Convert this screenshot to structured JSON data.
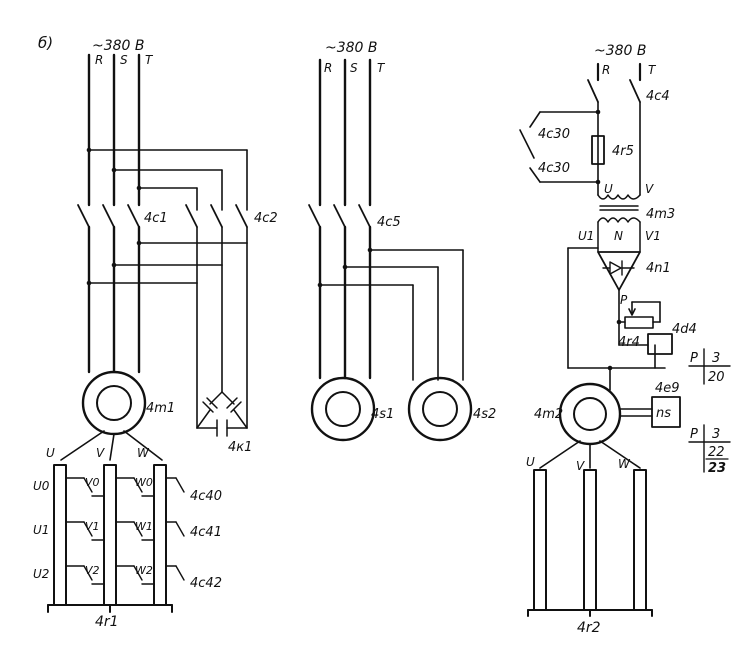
{
  "figure": {
    "panel_label": "б)",
    "ink_color": "#111111",
    "background": "#ffffff"
  },
  "supplies": [
    {
      "voltage": "~380 B",
      "phases": [
        "R",
        "S",
        "T"
      ]
    },
    {
      "voltage": "~380 B",
      "phases": [
        "R",
        "S",
        "T"
      ]
    },
    {
      "voltage": "~380 B",
      "phases": [
        "R",
        "T"
      ]
    }
  ],
  "labels": {
    "c1": "4c1",
    "c2": "4c2",
    "c5": "4c5",
    "c4": "4c4",
    "c30a": "4c30",
    "c30b": "4c30",
    "r5": "4r5",
    "m3": "4m3",
    "n1": "4n1",
    "d4": "4d4",
    "r4": "4r4",
    "p": "P",
    "e9": "4e9",
    "ns": "ns",
    "m1": "4m1",
    "k1": "4к1",
    "s1": "4s1",
    "s2": "4s2",
    "m2": "4m2",
    "r1": "4r1",
    "r2": "4r2",
    "c40": "4c40",
    "c41": "4c41",
    "c42": "4c42"
  },
  "terminals": {
    "m1": [
      "U",
      "V",
      "W"
    ],
    "m2": [
      "U",
      "V",
      "W"
    ],
    "tr_primary": [
      "U",
      "V"
    ],
    "tr_secondary": [
      "U1",
      "N",
      "V1"
    ]
  },
  "resistor_taps": {
    "u": [
      "U0",
      "U1",
      "U2"
    ],
    "v": [
      "V0",
      "V1",
      "V2"
    ],
    "w": [
      "W0",
      "W1",
      "W2"
    ]
  },
  "refs": [
    {
      "letter": "P",
      "a": "3",
      "b": "20"
    },
    {
      "letter": "P",
      "a": "3",
      "b": "22",
      "c": "23"
    }
  ]
}
